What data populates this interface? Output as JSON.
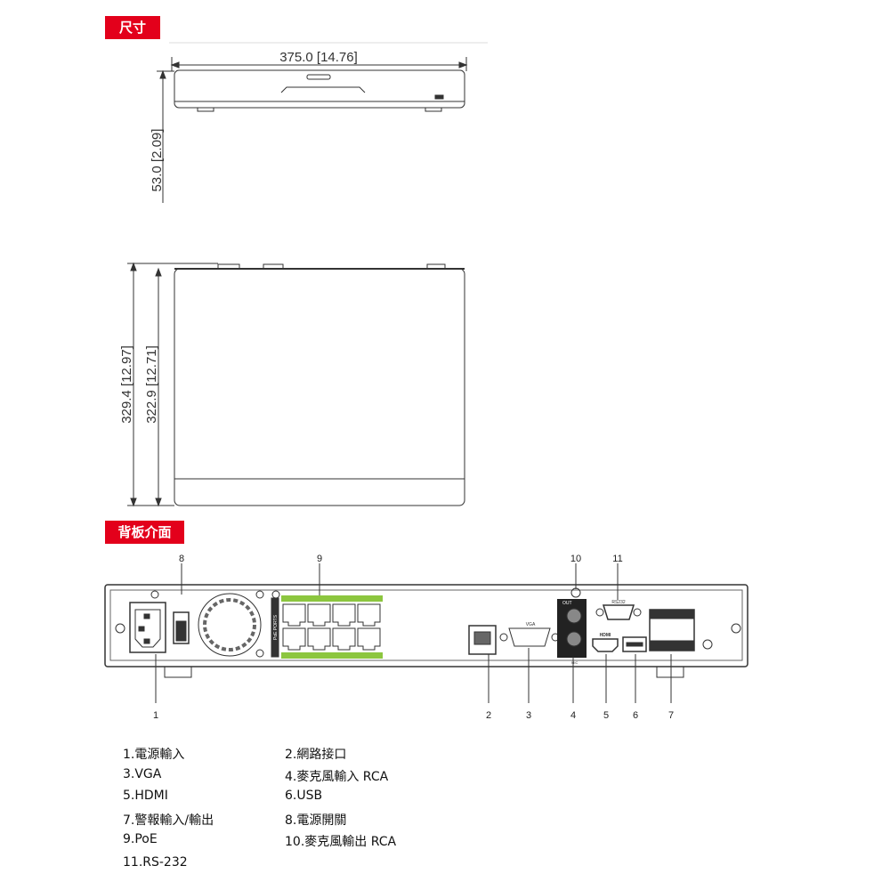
{
  "sections": {
    "dimensions_title": "尺寸",
    "rear_panel_title": "背板介面"
  },
  "dimensions": {
    "width": "375.0  [14.76]",
    "height": "53.0  [2.09]",
    "depth_outer": "329.4  [12.97]",
    "depth_inner": "322.9  [12.71]"
  },
  "callouts": {
    "top": [
      "8",
      "9",
      "10",
      "11"
    ],
    "bottom": [
      "1",
      "2",
      "3",
      "4",
      "5",
      "6",
      "7"
    ]
  },
  "panel_labels": {
    "vga": "VGA",
    "rs232": "RS232",
    "out": "OUT",
    "mic": "MIC",
    "hdmi": "HDMI",
    "poe": "PoE PORTS"
  },
  "legend": [
    "1.電源輸入",
    "2.網路接口",
    "3.VGA",
    "4.麥克風輸入 RCA",
    "5.HDMI",
    "6.USB",
    "7.警報輸入/輸出",
    "8.電源開關",
    "9.PoE",
    "10.麥克風輸出  RCA",
    "11.RS-232"
  ],
  "colors": {
    "badge": "#e3001b",
    "poe_strip": "#8cc63f"
  }
}
